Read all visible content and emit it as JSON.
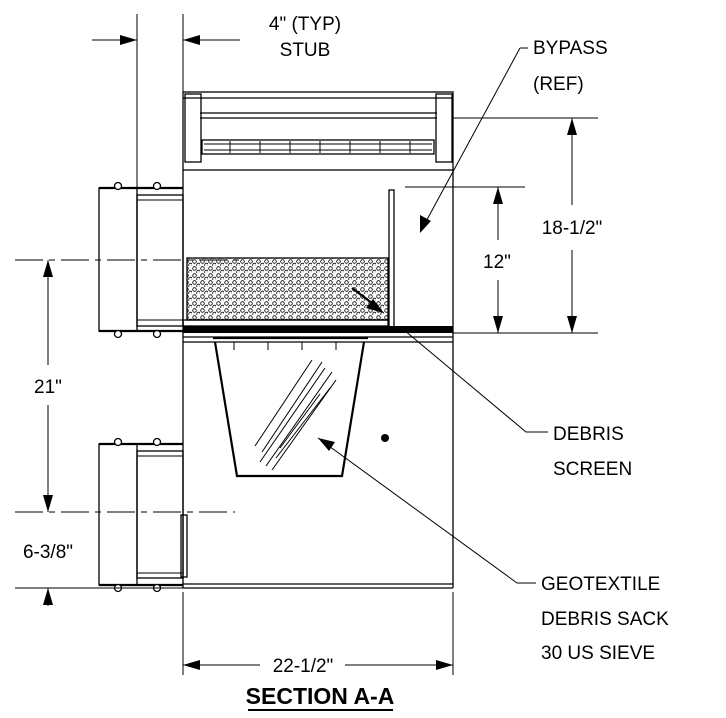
{
  "labels": {
    "stub_line1": "4\" (TYP)",
    "stub_line2": "STUB",
    "bypass_line1": "BYPASS",
    "bypass_line2": "(REF)",
    "dim_18": "18-1/2\"",
    "dim_12": "12\"",
    "dim_21": "21\"",
    "dim_6": "6-3/8\"",
    "dim_22": "22-1/2\"",
    "debris_screen_line1": "DEBRIS",
    "debris_screen_line2": "SCREEN",
    "geo_line1": "GEOTEXTILE",
    "geo_line2": "DEBRIS SACK",
    "geo_line3": "30 US SIEVE",
    "title": "SECTION A-A"
  },
  "colors": {
    "ink": "#000000",
    "background": "#ffffff"
  }
}
